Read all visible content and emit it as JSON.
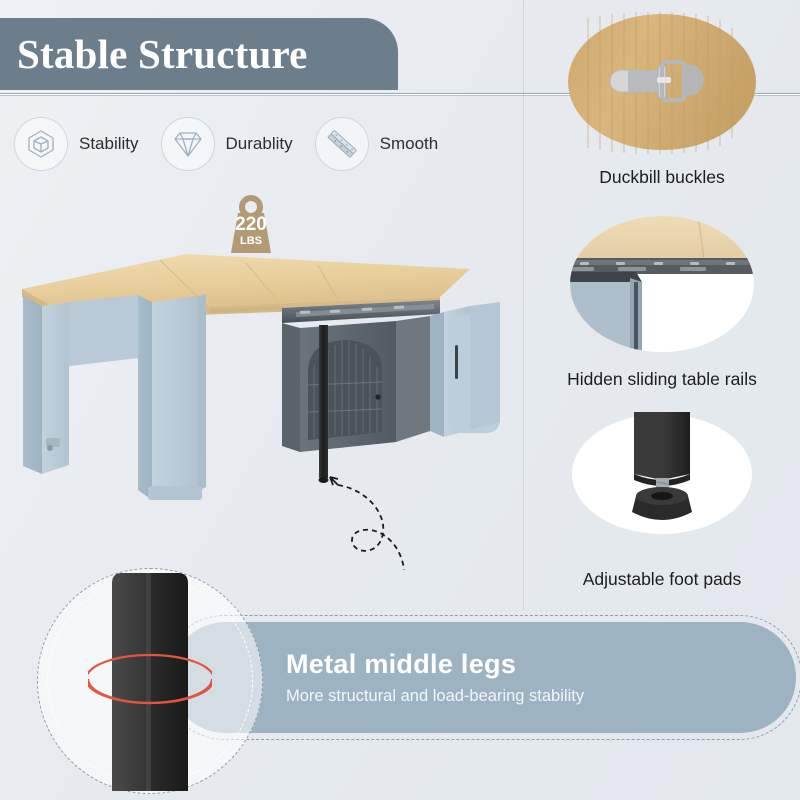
{
  "header": {
    "title": "Stable Structure",
    "banner_color": "#6c7d8c"
  },
  "features": [
    {
      "label": "Stability",
      "icon": "cube-icon"
    },
    {
      "label": "Durablity",
      "icon": "diamond-icon"
    },
    {
      "label": "Smooth",
      "icon": "drawer-slide-icon"
    }
  ],
  "product_scene": {
    "weight_badge": {
      "value": "220",
      "unit": "LBS",
      "icon": "weight-icon",
      "color": "#b19a74"
    },
    "table": {
      "top_color": "#e9d3a3",
      "body_color": "#b7c8d4",
      "cabinet_color": "#5d666e",
      "metal_leg_color": "#1f1f1f"
    },
    "pointer": "dashed-curved-arrow"
  },
  "right_cards": [
    {
      "caption": "Duckbill buckles",
      "media": "wood-panel-with-buckle"
    },
    {
      "caption": "Hidden sliding table rails",
      "media": "table-underside-rails"
    },
    {
      "caption": "Adjustable foot pads",
      "media": "leg-with-foot-pad"
    }
  ],
  "bottom_banner": {
    "title": "Metal middle legs",
    "subtitle": "More structural and load-bearing stability",
    "banner_color": "#9eb3c2",
    "highlight_ring_color": "#e0563f",
    "leg_color": "#262626"
  }
}
